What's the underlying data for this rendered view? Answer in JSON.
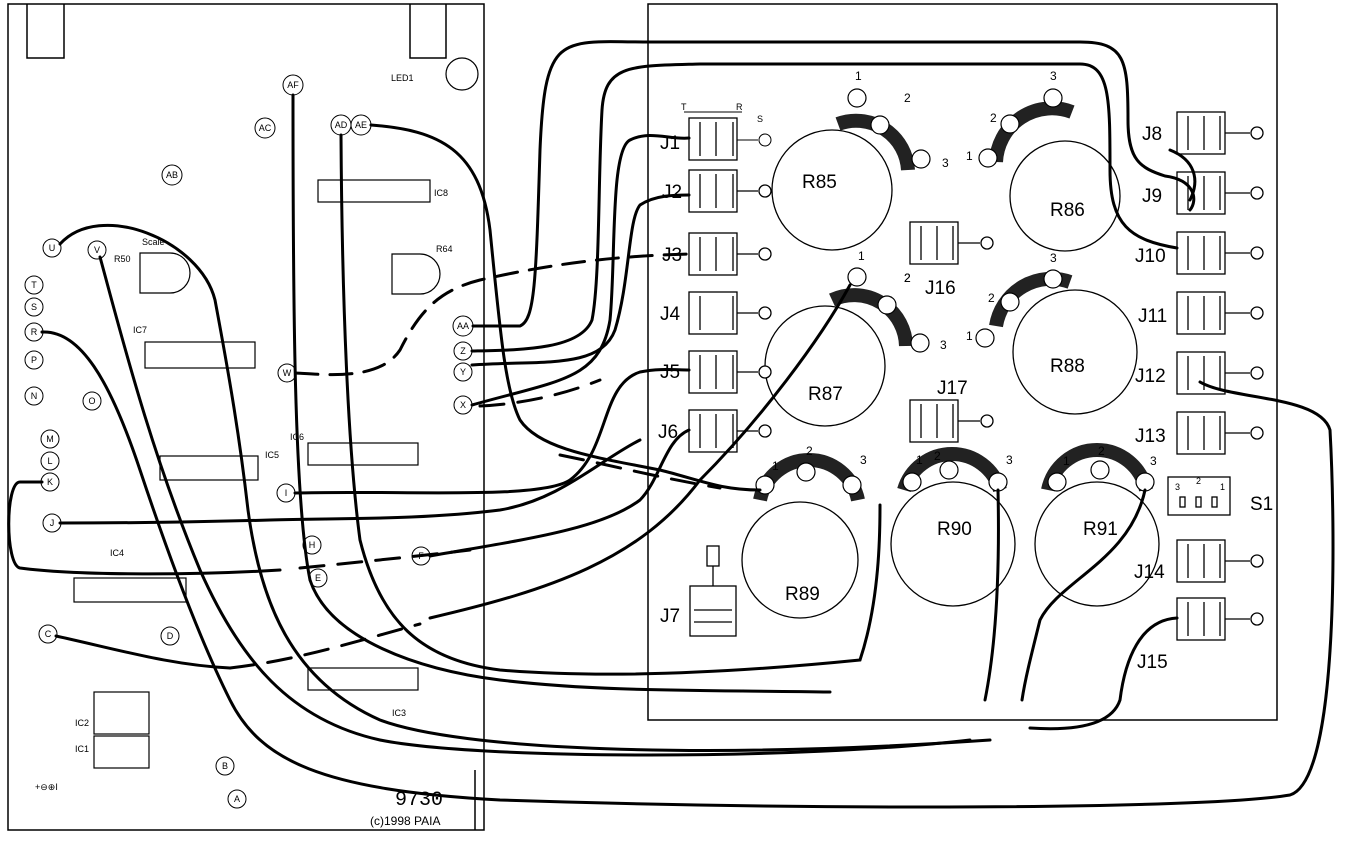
{
  "board_id": "9730",
  "copyright": "(c)1998 PAIA",
  "left_board": {
    "labels": {
      "led1": "LED1",
      "ic8": "IC8",
      "ic7": "IC7",
      "ic6": "IC6",
      "ic5": "IC5",
      "ic4": "IC4",
      "ic3": "IC3",
      "ic2": "IC2",
      "ic1": "IC1",
      "r64": "R64",
      "r50": "R50",
      "scale": "Scale",
      "power": "+⊖⊕I"
    },
    "pads": {
      "af": "AF",
      "ac": "AC",
      "ad": "AD",
      "ae": "AE",
      "ab": "AB",
      "u": "U",
      "v": "V",
      "t": "T",
      "s": "S",
      "r": "R",
      "p": "P",
      "n": "N",
      "o": "O",
      "m": "M",
      "l": "L",
      "k": "K",
      "j": "J",
      "aa": "AA",
      "z": "Z",
      "y": "Y",
      "x": "X",
      "w": "W",
      "i": "I",
      "h": "H",
      "e": "E",
      "f": "F",
      "c": "C",
      "d": "D",
      "b": "B",
      "a": "A"
    }
  },
  "right_panel": {
    "jacks": {
      "j1": "J1",
      "j2": "J2",
      "j3": "J3",
      "j4": "J4",
      "j5": "J5",
      "j6": "J6",
      "j7": "J7",
      "j8": "J8",
      "j9": "J9",
      "j10": "J10",
      "j11": "J11",
      "j12": "J12",
      "j13": "J13",
      "j14": "J14",
      "j15": "J15",
      "j16": "J16",
      "j17": "J17"
    },
    "jack_terminals": {
      "t": "T",
      "r": "R",
      "s": "S"
    },
    "pots": {
      "r85": "R85",
      "r86": "R86",
      "r87": "R87",
      "r88": "R88",
      "r89": "R89",
      "r90": "R90",
      "r91": "R91"
    },
    "pin": {
      "one": "1",
      "two": "2",
      "three": "3"
    },
    "switch": {
      "name": "S1",
      "pin1": "1",
      "pin2": "2",
      "pin3": "3"
    }
  }
}
